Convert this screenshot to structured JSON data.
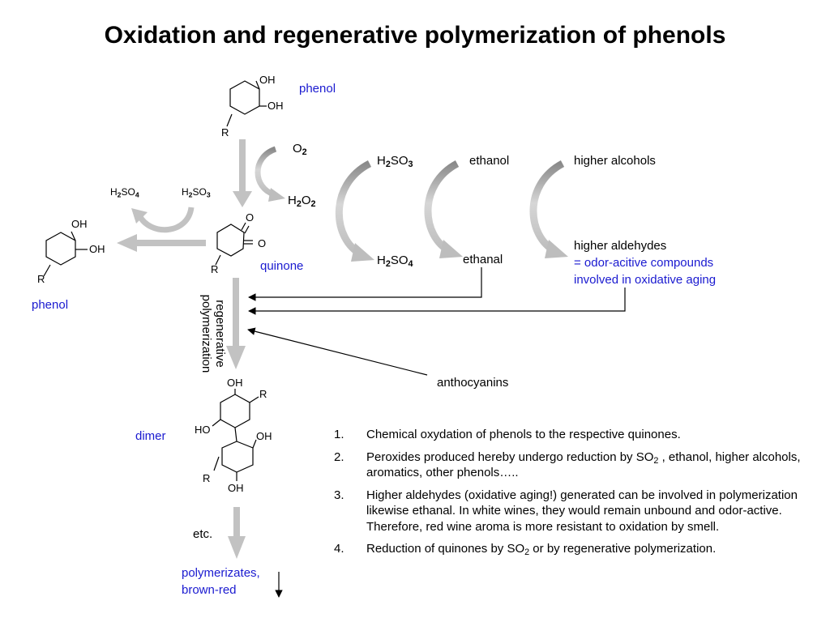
{
  "title": "Oxidation and regenerative polymerization of phenols",
  "structure_labels": {
    "oh": "OH",
    "o": "O",
    "r": "R",
    "ho": "HO"
  },
  "compounds": {
    "phenol_top": "phenol",
    "phenol_left": "phenol",
    "quinone": "quinone",
    "dimer": "dimer"
  },
  "reagents": {
    "o2": {
      "base": "O",
      "sub": "2"
    },
    "h2o2": {
      "h": "H",
      "h_sub": "2",
      "o": "O",
      "o_sub": "2"
    },
    "h2so3_left": {
      "h": "H",
      "h_sub": "2",
      "rest": "SO",
      "rest_sub": "3"
    },
    "h2so4_left": {
      "h": "H",
      "h_sub": "2",
      "rest": "SO",
      "rest_sub": "4"
    },
    "h2so3_right": {
      "h": "H",
      "h_sub": "2",
      "rest": "SO",
      "rest_sub": "3"
    },
    "h2so4_right": {
      "h": "H",
      "h_sub": "2",
      "rest": "SO",
      "rest_sub": "4"
    },
    "ethanol": "ethanol",
    "ethanal": "ethanal",
    "higher_alcohols": "higher alcohols",
    "higher_aldehydes": "higher aldehydes",
    "odor_active_line1": "= odor-acitive compounds",
    "odor_active_line2": "involved in oxidative aging",
    "anthocyanins": "anthocyanins"
  },
  "regenerative_label": {
    "line1": "regenerative",
    "line2": "polymerization"
  },
  "etc": "etc.",
  "polymerizates": {
    "line1": "polymerizates,",
    "line2": "brown-red"
  },
  "notes": [
    {
      "num": "1.",
      "text": "Chemical oxydation of phenols to the respective quinones."
    },
    {
      "num": "2.",
      "text_before": "Peroxides produced hereby undergo reduction by SO",
      "sub": "2",
      "text_after": " , ethanol, higher alcohols, aromatics, other phenols….."
    },
    {
      "num": "3.",
      "text": "Higher aldehydes (oxidative aging!) generated can be involved in polymerization likewise ethanal. In white wines, they would remain unbound and odor-active. Therefore, red wine aroma is more resistant to oxidation by smell."
    },
    {
      "num": "4.",
      "text_before": "Reduction of quinones by SO",
      "sub": "2",
      "text_after": " or by regenerative polymerization."
    }
  ],
  "colors": {
    "arrow_grey": "#c2c2c2",
    "label_blue": "#1a1ad0",
    "ink": "#000000"
  }
}
